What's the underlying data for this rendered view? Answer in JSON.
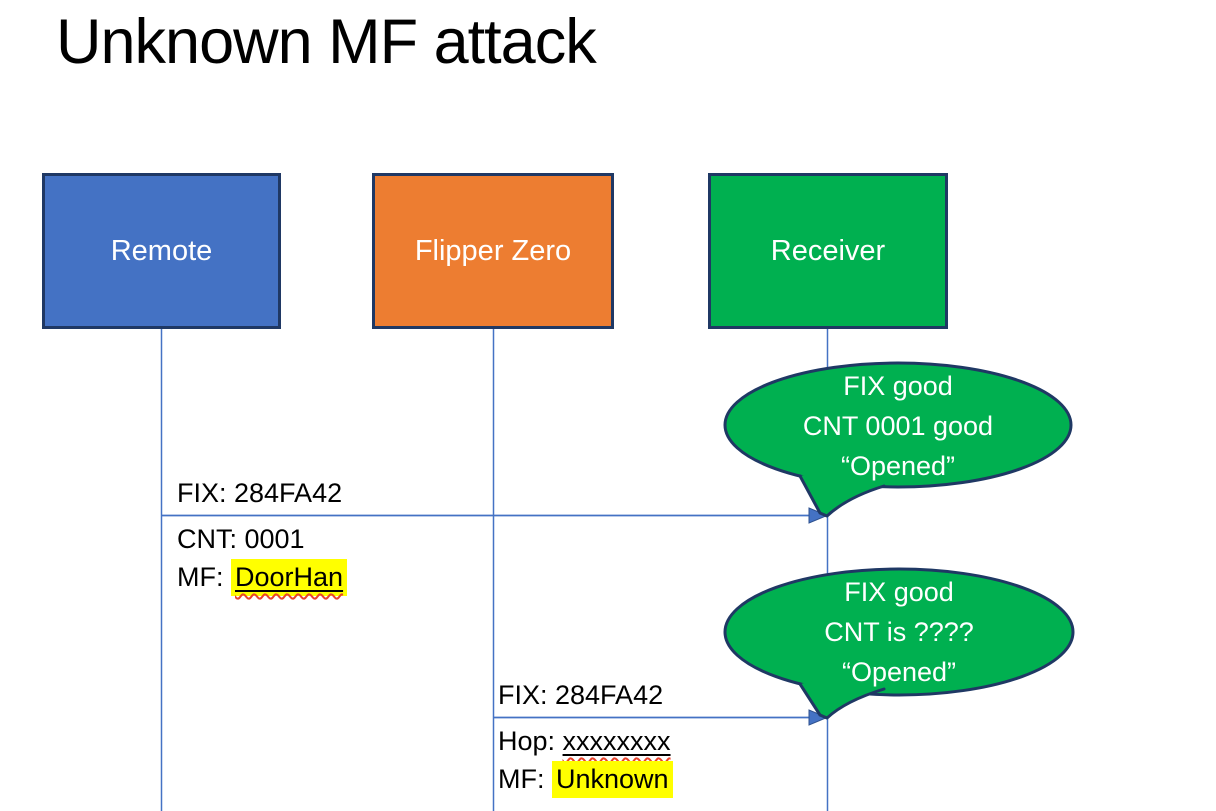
{
  "slide": {
    "title": "Unknown MF attack"
  },
  "actors": [
    {
      "label": "Remote"
    },
    {
      "label": "Flipper Zero"
    },
    {
      "label": "Receiver"
    }
  ],
  "messages": [
    {
      "above": "FIX: 284FA42",
      "below1_prefix": "CNT: ",
      "below1_value": "0001",
      "below2_prefix": "MF: ",
      "below2_value": "DoorHan"
    },
    {
      "above": "FIX: 284FA42",
      "below1_prefix": "Hop: ",
      "below1_value": "xxxxxxxx",
      "below2_prefix": "MF: ",
      "below2_value": "Unknown"
    }
  ],
  "callouts": [
    {
      "line1": "FIX good",
      "line2": "CNT 0001 good",
      "line3": "“Opened”"
    },
    {
      "line1": "FIX good",
      "line2": "CNT is ????",
      "line3": "“Opened”"
    }
  ],
  "colors": {
    "remote_fill": "#4472C4",
    "flipper_fill": "#ED7D31",
    "receiver_fill": "#00B050",
    "callout_fill": "#00B050",
    "shape_border": "#1F3864",
    "connector_blue": "#4472C4",
    "highlight_yellow": "#FFFF00",
    "spellcheck_red": "#E8432D",
    "text_light": "#FFFFFF",
    "text_dark": "#000000"
  }
}
